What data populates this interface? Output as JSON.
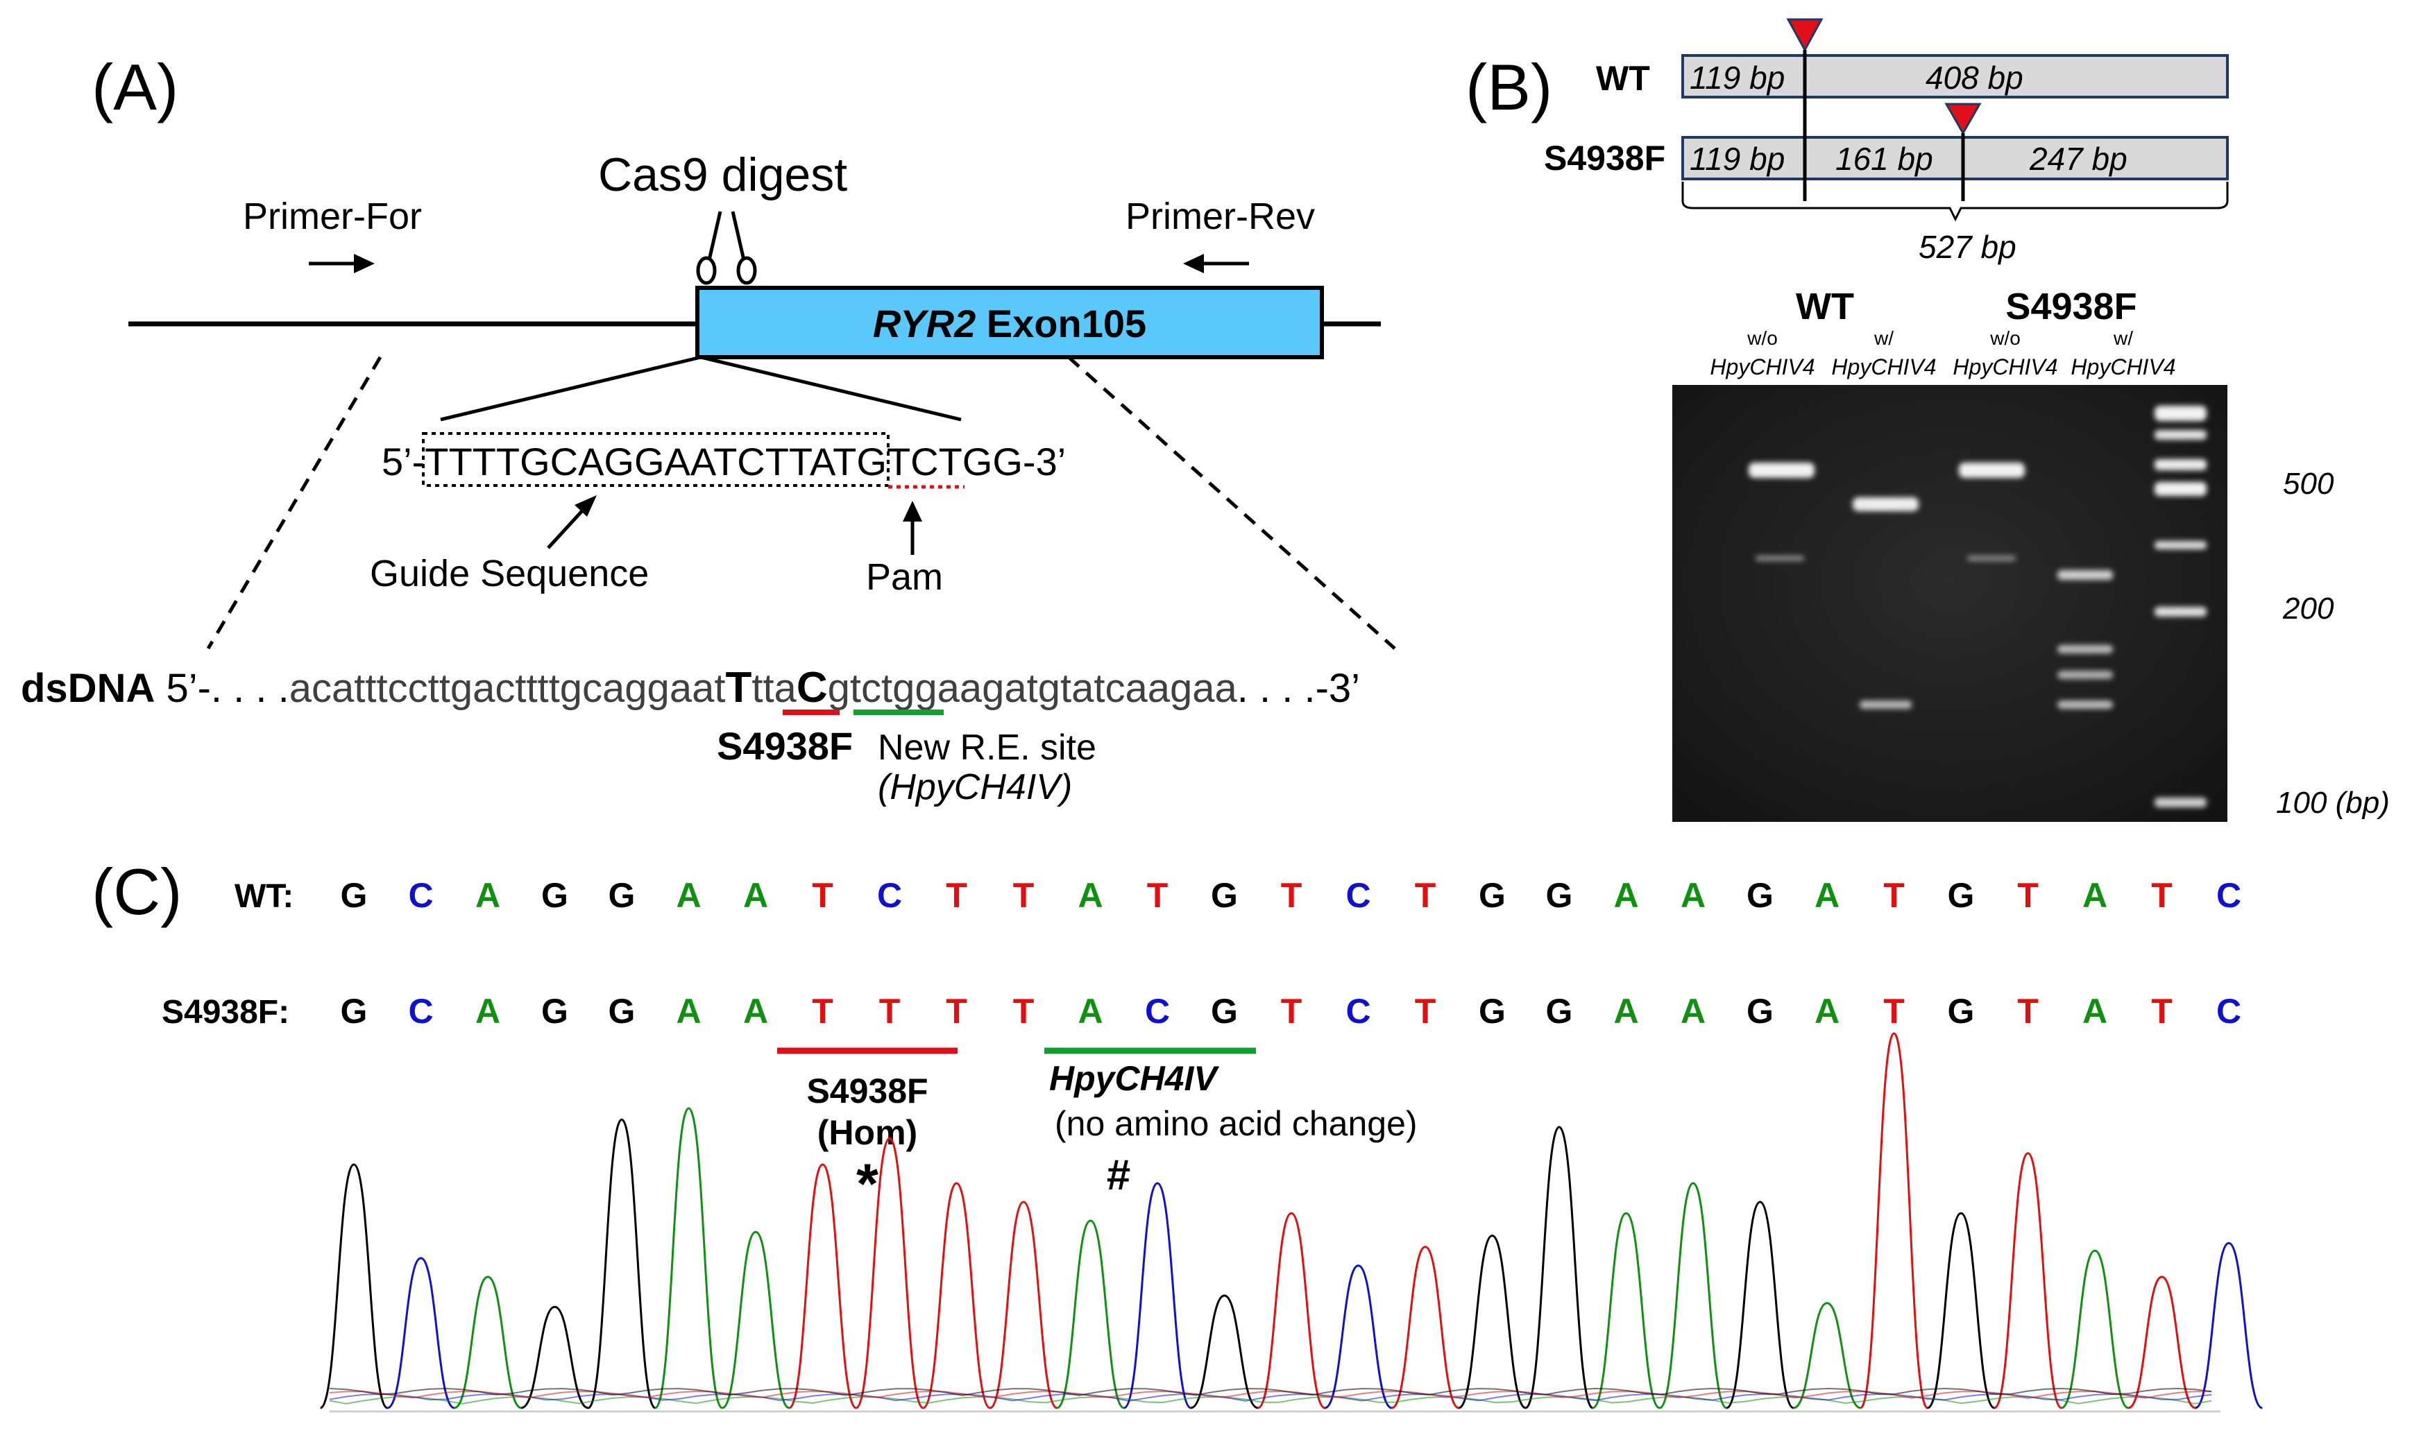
{
  "panel_a": {
    "label": "(A)",
    "cas9_label": "Cas9 digest",
    "primer_for": "Primer-For",
    "primer_rev": "Primer-Rev",
    "exon_gene": "RYR2",
    "exon_suffix": " Exon105",
    "guide_prefix": "5’-",
    "guide_seq": "TTTTGCAGGAATCTTATGTC",
    "pam_seq": "TGG",
    "guide_suffix": "-3’",
    "guide_label": "Guide Sequence",
    "pam_label": "Pam",
    "dsdna_label": "dsDNA",
    "dsdna_prefix": "5’-. . . .",
    "dsdna_seq_1": "acatttccttgacttttgcaggaat",
    "dsdna_mut_1": "T",
    "dsdna_seq_2": "tta",
    "dsdna_mut_2": "C",
    "dsdna_seq_3": "gtctggaagatgtatcaagaa",
    "dsdna_suffix": ". . . .-3’",
    "mutation_label": "S4938F",
    "new_site_label": "New R.E. site",
    "enzyme_label": "(HpyCH4IV)"
  },
  "panel_b": {
    "label": "(B)",
    "wt_label": "WT",
    "mut_label": "S4938F",
    "wt_frag_1": "119 bp",
    "wt_frag_2": "408 bp",
    "mut_frag_1": "119 bp",
    "mut_frag_2": "161 bp",
    "mut_frag_3": "247 bp",
    "total_label": "527 bp",
    "gel_group_wt": "WT",
    "gel_group_mut": "S4938F",
    "lanes": [
      {
        "top": "w/o",
        "bottom": "HpyCHIV4"
      },
      {
        "top": "w/",
        "bottom": "HpyCHIV4"
      },
      {
        "top": "w/o",
        "bottom": "HpyCHIV4"
      },
      {
        "top": "w/",
        "bottom": "HpyCHIV4"
      }
    ],
    "ladder_marks": [
      "500",
      "200",
      "100 (bp)"
    ],
    "colors": {
      "marker": "#e0101a",
      "fragment_fill": "#d9d9d9",
      "fragment_stroke": "#1f3864"
    }
  },
  "panel_c": {
    "label": "(C)",
    "wt_label": "WT:",
    "mut_label": "S4938F:",
    "wt_bases": [
      "G",
      "C",
      "A",
      "G",
      "G",
      "A",
      "A",
      "T",
      "C",
      "T",
      "T",
      "A",
      "T",
      "G",
      "T",
      "C",
      "T",
      "G",
      "G",
      "A",
      "A",
      "G",
      "A",
      "T",
      "G",
      "T",
      "A",
      "T",
      "C"
    ],
    "mut_bases": [
      "G",
      "C",
      "A",
      "G",
      "G",
      "A",
      "A",
      "T",
      "T",
      "T",
      "T",
      "A",
      "C",
      "G",
      "T",
      "C",
      "T",
      "G",
      "G",
      "A",
      "A",
      "G",
      "A",
      "T",
      "G",
      "T",
      "A",
      "T",
      "C"
    ],
    "mut_annotation_1": "S4938F",
    "mut_annotation_2": "(Hom)",
    "mut_marker": "*",
    "enzyme_annotation": "HpyCH4IV",
    "enzyme_note": "(no amino acid change)",
    "enzyme_marker": "#",
    "base_colors": {
      "G": "#000000",
      "C": "#1010d0",
      "A": "#109010",
      "T": "#e01010"
    },
    "peak_heights": [
      0.65,
      0.4,
      0.35,
      0.27,
      0.77,
      0.8,
      0.47,
      0.65,
      0.72,
      0.6,
      0.55,
      0.5,
      0.6,
      0.3,
      0.52,
      0.38,
      0.43,
      0.46,
      0.75,
      0.52,
      0.6,
      0.55,
      0.28,
      1.0,
      0.52,
      0.68,
      0.42,
      0.35,
      0.44
    ]
  }
}
